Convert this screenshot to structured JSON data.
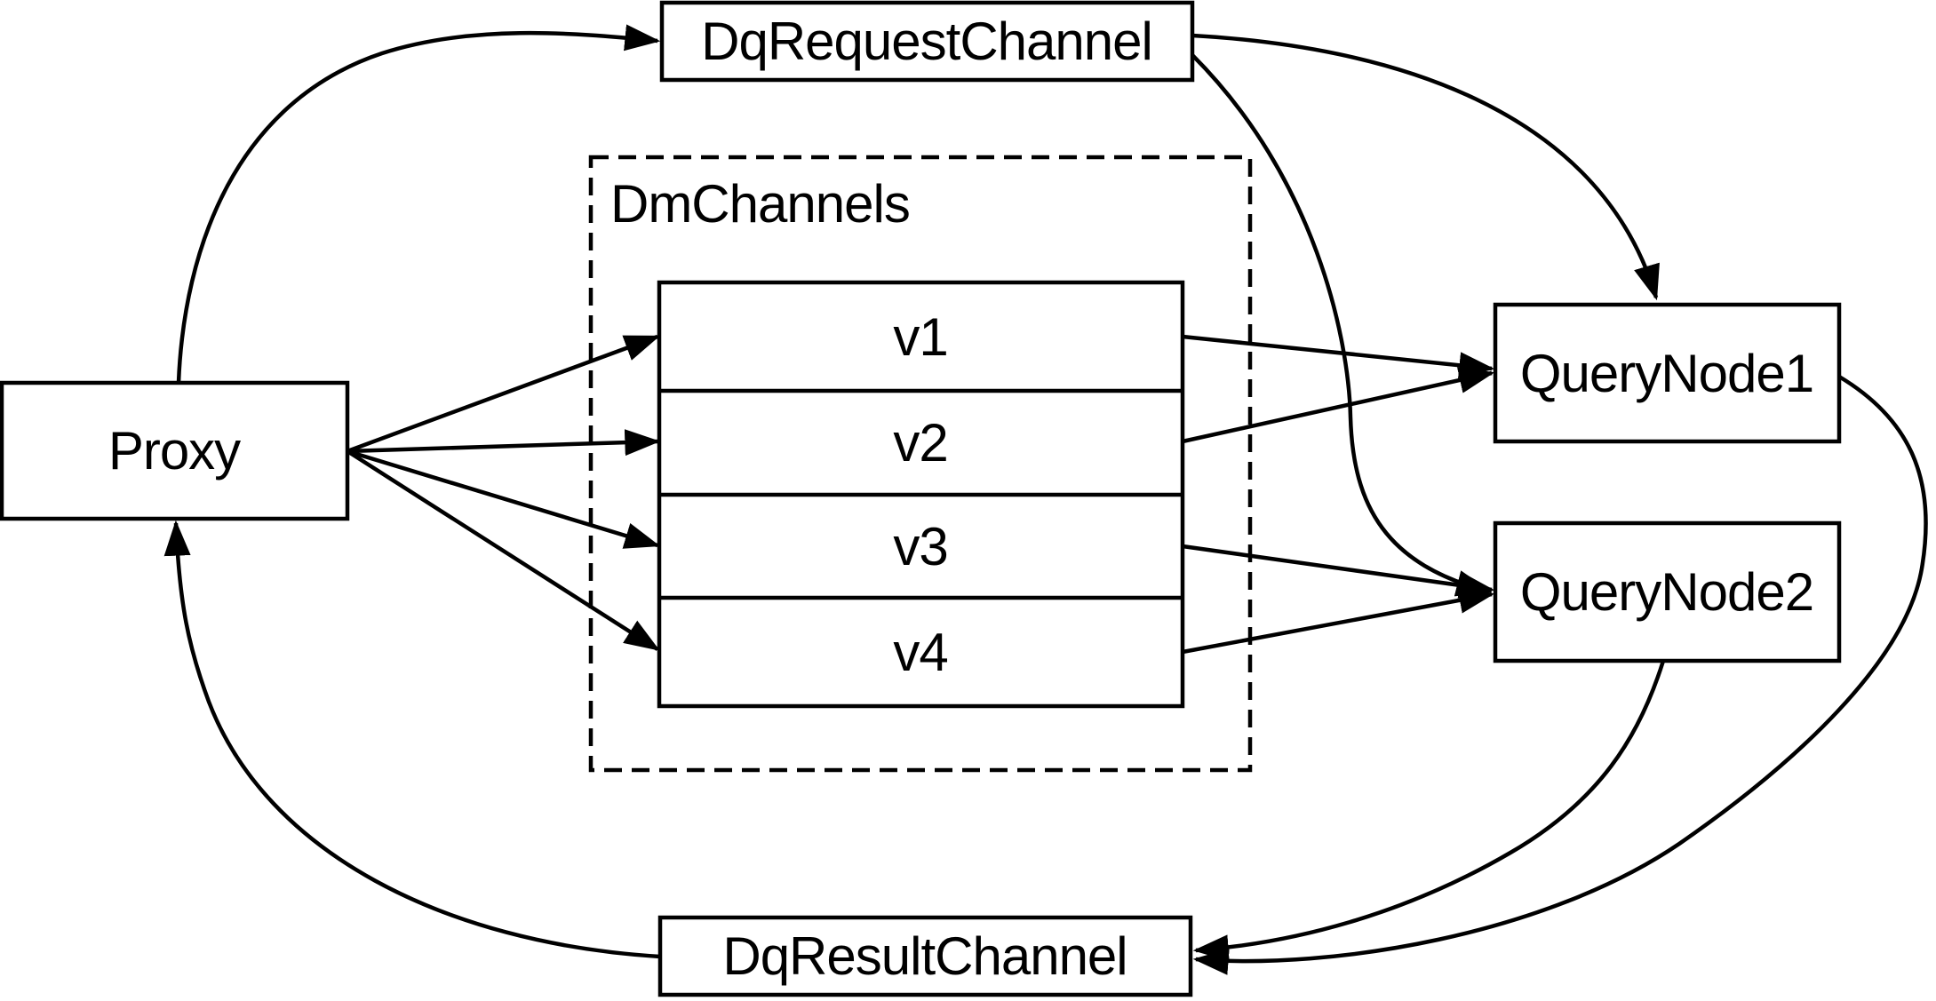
{
  "diagram": {
    "colors": {
      "background": "#ffffff",
      "stroke": "#000000",
      "text": "#000000"
    },
    "nodes": {
      "proxy": {
        "label": "Proxy"
      },
      "dq_request_channel": {
        "label": "DqRequestChannel"
      },
      "dq_result_channel": {
        "label": "DqResultChannel"
      },
      "dm_channels": {
        "label": "DmChannels",
        "channels": [
          {
            "label": "v1"
          },
          {
            "label": "v2"
          },
          {
            "label": "v3"
          },
          {
            "label": "v4"
          }
        ]
      },
      "query_node1": {
        "label": "QueryNode1"
      },
      "query_node2": {
        "label": "QueryNode2"
      }
    },
    "edges": [
      {
        "from": "Proxy",
        "to": "DqRequestChannel"
      },
      {
        "from": "Proxy",
        "to": "v1"
      },
      {
        "from": "Proxy",
        "to": "v2"
      },
      {
        "from": "Proxy",
        "to": "v3"
      },
      {
        "from": "Proxy",
        "to": "v4"
      },
      {
        "from": "v1",
        "to": "QueryNode1"
      },
      {
        "from": "v2",
        "to": "QueryNode1"
      },
      {
        "from": "v3",
        "to": "QueryNode2"
      },
      {
        "from": "v4",
        "to": "QueryNode2"
      },
      {
        "from": "DqRequestChannel",
        "to": "QueryNode1"
      },
      {
        "from": "DqRequestChannel",
        "to": "QueryNode2"
      },
      {
        "from": "QueryNode1",
        "to": "DqResultChannel"
      },
      {
        "from": "QueryNode2",
        "to": "DqResultChannel"
      },
      {
        "from": "DqResultChannel",
        "to": "Proxy"
      }
    ]
  }
}
